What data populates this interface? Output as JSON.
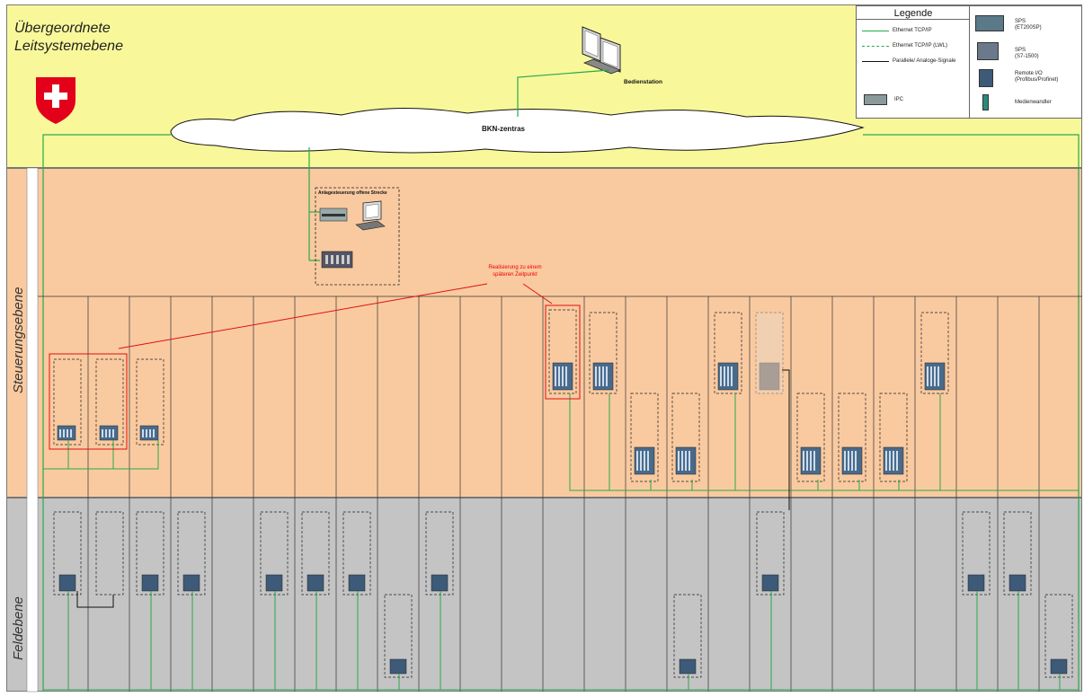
{
  "bands": {
    "top_title_line1": "Übergeordnete",
    "top_title_line2": "Leitsystemebene",
    "steuer_label": "Steuerungsebene",
    "feld_label": "Feldebene"
  },
  "legend": {
    "title": "Legende",
    "line_items": [
      {
        "label": "Ethernet TCP/IP",
        "style": "solid-green"
      },
      {
        "label": "Ethernet TCP/IP (LWL)",
        "style": "dashed-green"
      },
      {
        "label": "Parallele/ Analoge-Signale",
        "style": "solid-black"
      }
    ],
    "ipc_label": "IPC",
    "device_items": [
      {
        "label_line1": "SPS",
        "label_line2": "(ET200SP)"
      },
      {
        "label_line1": "SPS",
        "label_line2": "(S7-1500)"
      },
      {
        "label_line1": "Remote I/O",
        "label_line2": "(Profibus/Profinet)"
      },
      {
        "label_line1": "Medienwandler",
        "label_line2": ""
      }
    ]
  },
  "network": {
    "cloud_label": "BKN-zentras",
    "station_label": "Bedienstation"
  },
  "anlage": {
    "title": "Anlagesteuerung offene Strecke"
  },
  "annotation": {
    "label_line1": "Realisierung zu einem",
    "label_line2": "späteren Zeitpunkt"
  },
  "colors": {
    "top_band": "#f8f89a",
    "steuer_band": "#f9caa0",
    "feld_band": "#c4c4c4",
    "ethernet": "#2aa84a",
    "annotation": "#e01010",
    "swiss_red": "#e2001a"
  }
}
